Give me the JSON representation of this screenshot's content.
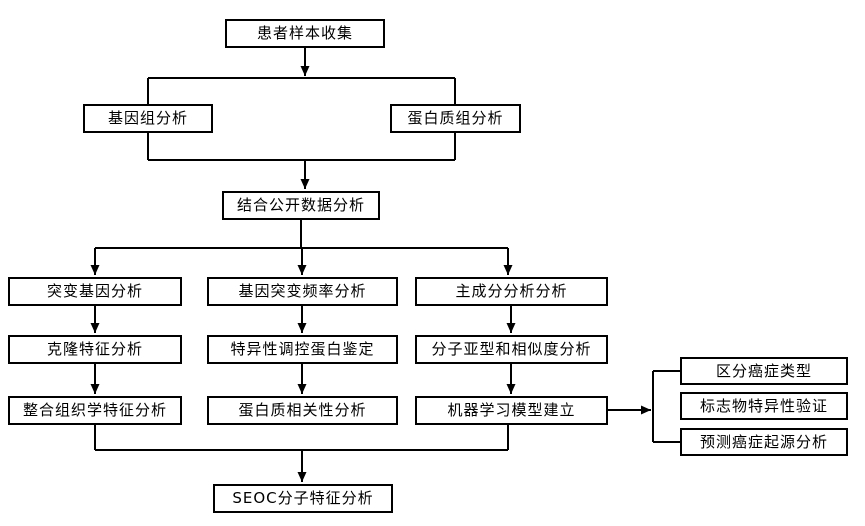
{
  "nodes": {
    "patient_sample": {
      "label": "患者样本收集"
    },
    "genomics": {
      "label": "基因组分析"
    },
    "proteomics": {
      "label": "蛋白质组分析"
    },
    "public_data": {
      "label": "结合公开数据分析"
    },
    "mutated_gene": {
      "label": "突变基因分析"
    },
    "mutation_frequency": {
      "label": "基因突变频率分析"
    },
    "pca": {
      "label": "主成分分析分析"
    },
    "clonal_feature": {
      "label": "克隆特征分析"
    },
    "regulatory_protein": {
      "label": "特异性调控蛋白鉴定"
    },
    "molecular_subtype": {
      "label": "分子亚型和相似度分析"
    },
    "histology_feature": {
      "label": "整合组织学特征分析"
    },
    "protein_correlation": {
      "label": "蛋白质相关性分析"
    },
    "ml_model": {
      "label": "机器学习模型建立"
    },
    "cancer_type": {
      "label": "区分癌症类型"
    },
    "marker_validation": {
      "label": "标志物特异性验证"
    },
    "origin_prediction": {
      "label": "预测癌症起源分析"
    },
    "seoc": {
      "label": "SEOC分子特征分析"
    }
  },
  "colors": {
    "background": "#ffffff",
    "box_fill": "#ffffff",
    "box_border": "#000000",
    "line": "#000000",
    "text": "#000000"
  }
}
